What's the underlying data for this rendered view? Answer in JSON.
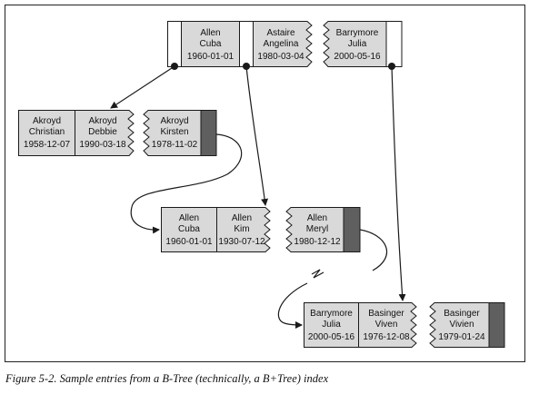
{
  "caption": "Figure 5-2. Sample entries from a B-Tree (technically, a B+Tree) index",
  "colors": {
    "cell_fill": "#d9d9d9",
    "pointer_fill": "#ffffff",
    "tail_fill": "#5f5f5f",
    "line": "#1a1a1a"
  },
  "root": {
    "entries": [
      {
        "last": "Allen",
        "first": "Cuba",
        "dob": "1960-01-01"
      },
      {
        "last": "Astaire",
        "first": "Angelina",
        "dob": "1980-03-04"
      },
      {
        "last": "Barrymore",
        "first": "Julia",
        "dob": "2000-05-16"
      }
    ]
  },
  "leaves": [
    {
      "entries": [
        {
          "last": "Akroyd",
          "first": "Christian",
          "dob": "1958-12-07"
        },
        {
          "last": "Akroyd",
          "first": "Debbie",
          "dob": "1990-03-18"
        },
        {
          "last": "Akroyd",
          "first": "Kirsten",
          "dob": "1978-11-02"
        }
      ]
    },
    {
      "entries": [
        {
          "last": "Allen",
          "first": "Cuba",
          "dob": "1960-01-01"
        },
        {
          "last": "Allen",
          "first": "Kim",
          "dob": "1930-07-12"
        },
        {
          "last": "Allen",
          "first": "Meryl",
          "dob": "1980-12-12"
        }
      ]
    },
    {
      "entries": [
        {
          "last": "Barrymore",
          "first": "Julia",
          "dob": "2000-05-16"
        },
        {
          "last": "Basinger",
          "first": "Viven",
          "dob": "1976-12-08"
        },
        {
          "last": "Basinger",
          "first": "Vivien",
          "dob": "1979-01-24"
        }
      ]
    }
  ]
}
